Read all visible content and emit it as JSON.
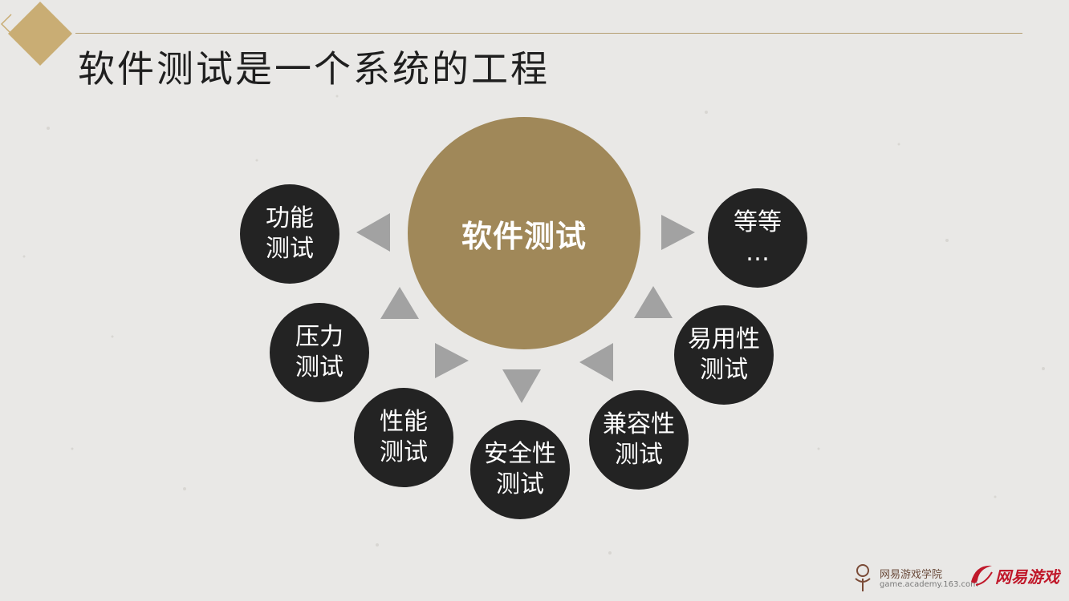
{
  "slide": {
    "title": "软件测试是一个系统的工程"
  },
  "diagram": {
    "center": "软件测试",
    "nodes": [
      {
        "line1": "功能",
        "line2": "测试"
      },
      {
        "line1": "压力",
        "line2": "测试"
      },
      {
        "line1": "性能",
        "line2": "测试"
      },
      {
        "line1": "安全性",
        "line2": "测试"
      },
      {
        "line1": "兼容性",
        "line2": "测试"
      },
      {
        "line1": "易用性",
        "line2": "测试"
      },
      {
        "line1": "等等",
        "line2": "…"
      }
    ]
  },
  "footer": {
    "academy_name": "网易游戏学院",
    "academy_url": "game.academy.163.com",
    "game_brand": "网易游戏"
  },
  "colors": {
    "background": "#e9e8e6",
    "accent_gold": "#a08859",
    "node_dark": "#232323",
    "arrow_gray": "#a2a2a2",
    "brand_red": "#c0182a"
  }
}
